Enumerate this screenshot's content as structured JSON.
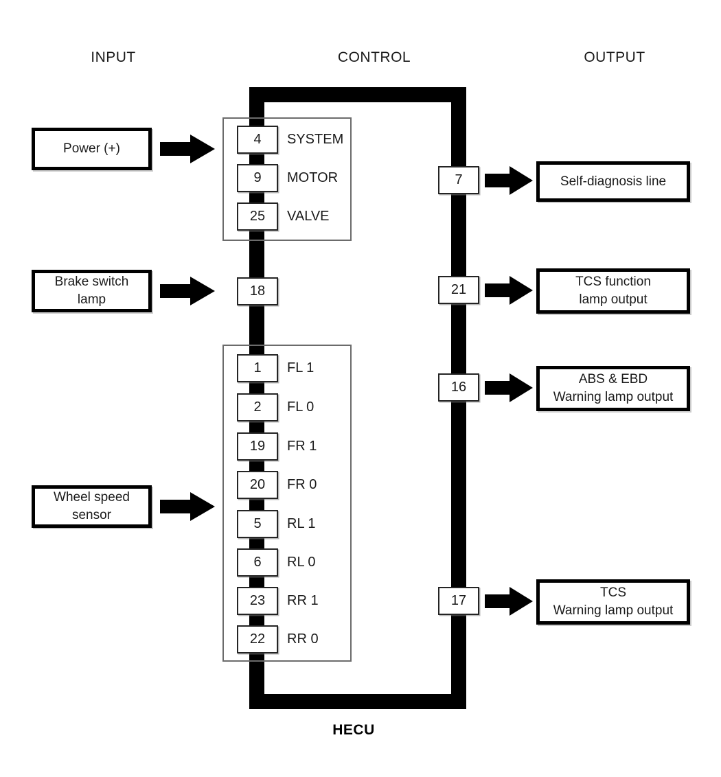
{
  "diagram": {
    "title": "HECU",
    "hecu_label": "HECU",
    "headings": [
      {
        "id": "input",
        "label": "INPUT"
      },
      {
        "id": "control",
        "label": "CONTROL"
      },
      {
        "id": "output",
        "label": "OUTPUT"
      }
    ],
    "colors": {
      "line": "#000000",
      "frame": "#000000",
      "group_border": "#6b6b6b",
      "text": "#1a1a1a",
      "background": "#ffffff"
    }
  },
  "inputs": [
    {
      "id": "power",
      "label": "Power (+)"
    },
    {
      "id": "brake-switch-lamp",
      "label": "Brake switch\nlamp",
      "line1": "Brake switch",
      "line2": "lamp"
    },
    {
      "id": "wheel-speed-sensor",
      "label": "Wheel speed\nsensor",
      "line1": "Wheel speed",
      "line2": "sensor"
    }
  ],
  "outputs": [
    {
      "id": "self-diagnosis-line",
      "pin": "7",
      "line1": "Self-diagnosis line",
      "line2": ""
    },
    {
      "id": "tcs-function-lamp",
      "pin": "21",
      "line1": "TCS function",
      "line2": "lamp output"
    },
    {
      "id": "abs-ebd-warning-lamp",
      "pin": "16",
      "line1": "ABS & EBD",
      "line2": "Warning lamp output"
    },
    {
      "id": "tcs-warning-lamp",
      "pin": "17",
      "line1": "TCS",
      "line2": "Warning lamp output"
    }
  ],
  "power_group": {
    "pins": [
      {
        "pin": "4",
        "label": "SYSTEM"
      },
      {
        "pin": "9",
        "label": "MOTOR"
      },
      {
        "pin": "25",
        "label": "VALVE"
      }
    ]
  },
  "brake_group": {
    "pins": [
      {
        "pin": "18",
        "label": ""
      }
    ]
  },
  "wheel_speed_group": {
    "pins": [
      {
        "pin": "1",
        "label": "FL 1"
      },
      {
        "pin": "2",
        "label": "FL 0"
      },
      {
        "pin": "19",
        "label": "FR 1"
      },
      {
        "pin": "20",
        "label": "FR 0"
      },
      {
        "pin": "5",
        "label": "RL 1"
      },
      {
        "pin": "6",
        "label": "RL 0"
      },
      {
        "pin": "23",
        "label": "RR 1"
      },
      {
        "pin": "22",
        "label": "RR 0"
      }
    ]
  },
  "icons": {
    "arrow": "right-block-arrow-icon"
  }
}
